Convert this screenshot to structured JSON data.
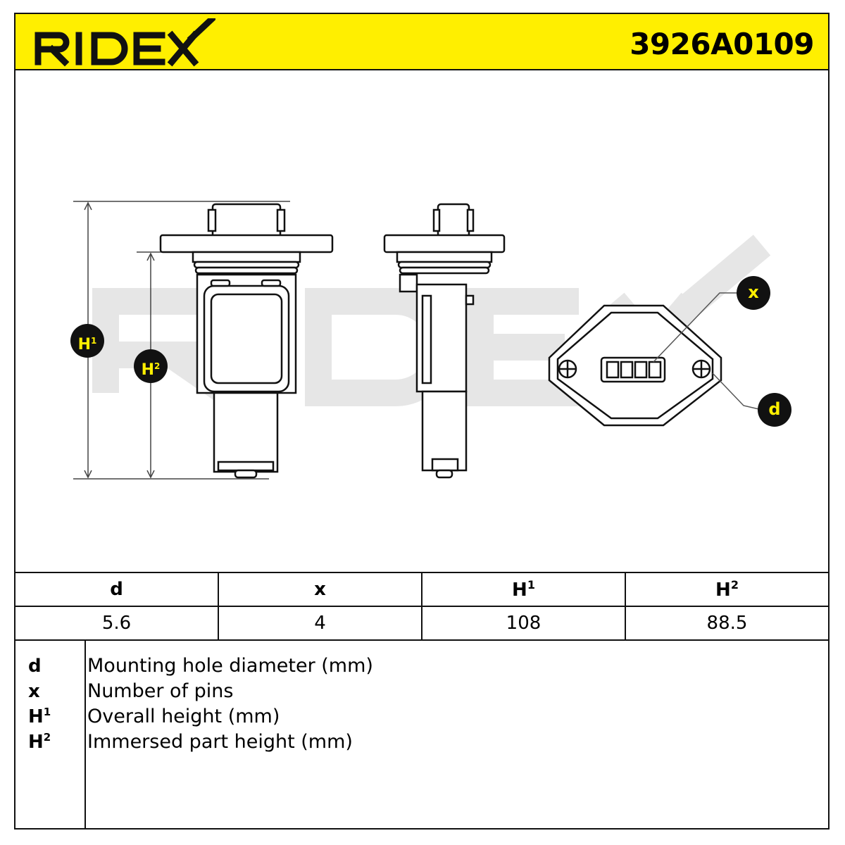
{
  "header": {
    "brand": "RIDEX",
    "part_number": "3926A0109",
    "background_color": "#ffef00"
  },
  "drawing": {
    "watermark": "RIDEX",
    "callouts": [
      {
        "letter": "H",
        "sup": "1"
      },
      {
        "letter": "H",
        "sup": "2"
      },
      {
        "letter": "x",
        "sup": ""
      },
      {
        "letter": "d",
        "sup": ""
      }
    ],
    "callout_color": "#ffef00"
  },
  "dimensions": {
    "columns": [
      {
        "label": "d",
        "sup": ""
      },
      {
        "label": "x",
        "sup": ""
      },
      {
        "label": "H",
        "sup": "1"
      },
      {
        "label": "H",
        "sup": "2"
      }
    ],
    "values": [
      "5.6",
      "4",
      "108",
      "88.5"
    ]
  },
  "legend": [
    {
      "symbol": "d",
      "sup": "",
      "description": "Mounting hole diameter (mm)"
    },
    {
      "symbol": "x",
      "sup": "",
      "description": "Number of pins"
    },
    {
      "symbol": "H",
      "sup": "1",
      "description": "Overall height (mm)"
    },
    {
      "symbol": "H",
      "sup": "2",
      "description": "Immersed part height (mm)"
    }
  ]
}
